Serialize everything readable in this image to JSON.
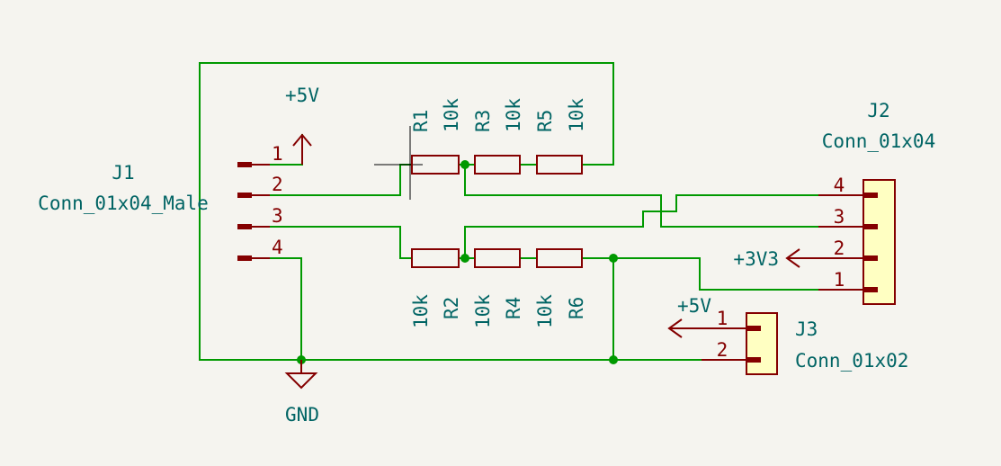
{
  "components": {
    "J1": {
      "ref": "J1",
      "value": "Conn_01x04_Male",
      "pins": [
        "1",
        "2",
        "3",
        "4"
      ]
    },
    "J2": {
      "ref": "J2",
      "value": "Conn_01x04",
      "pins": [
        "4",
        "3",
        "2",
        "1"
      ]
    },
    "J3": {
      "ref": "J3",
      "value": "Conn_01x02",
      "pins": [
        "1",
        "2"
      ]
    },
    "R1": {
      "ref": "R1",
      "value": "10k"
    },
    "R2": {
      "ref": "R2",
      "value": "10k"
    },
    "R3": {
      "ref": "R3",
      "value": "10k"
    },
    "R4": {
      "ref": "R4",
      "value": "10k"
    },
    "R5": {
      "ref": "R5",
      "value": "10k"
    },
    "R6": {
      "ref": "R6",
      "value": "10k"
    }
  },
  "power": {
    "p5v_j1": "+5V",
    "p5v_j3": "+5V",
    "p3v3": "+3V3",
    "gnd": "GND"
  },
  "colors": {
    "wire": "#009900",
    "symbol": "#840000",
    "symbol_fill": "#ffffc2",
    "text": "#006464",
    "background": "#f5f4ef"
  }
}
